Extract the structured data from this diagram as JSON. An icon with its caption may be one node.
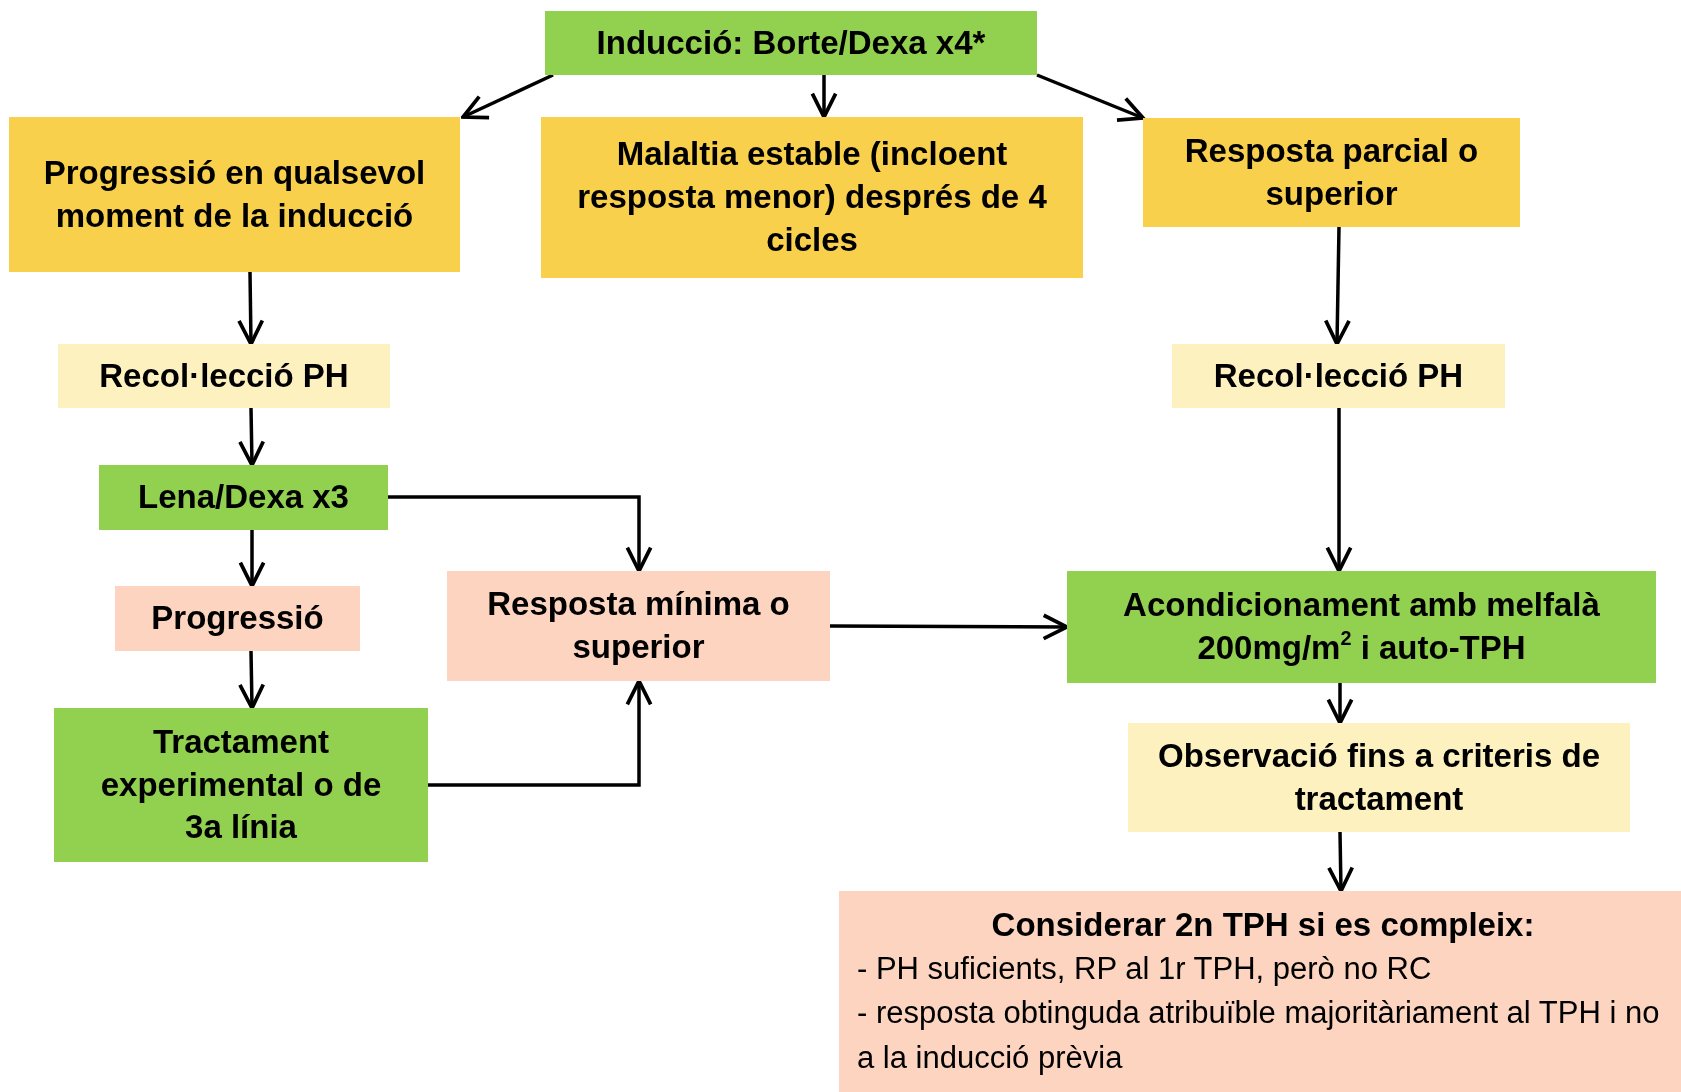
{
  "diagram": {
    "nodes": [
      {
        "text": [
          "Inducció: Borte/Dexa x4*"
        ]
      },
      {
        "text": [
          "Progressió en qualsevol moment de la inducció"
        ]
      },
      {
        "text": [
          "Malaltia estable (incloent resposta menor) després de 4 cicles"
        ]
      },
      {
        "text": [
          "Resposta parcial o superior"
        ]
      },
      {
        "text": [
          "Recol·lecció PH"
        ]
      },
      {
        "text": [
          "Recol·lecció PH"
        ]
      },
      {
        "text": [
          "Lena/Dexa x3"
        ]
      },
      {
        "text": [
          "Progressió"
        ]
      },
      {
        "text": [
          "Resposta mínima o superior"
        ]
      },
      {
        "text": [
          "Acondicionament amb melfalà 200mg/m$^{2}$ i auto-TPH"
        ]
      },
      {
        "text": [
          "Tractament experimental o de 3a línia"
        ]
      },
      {
        "text": [
          "Observació fins a criteris de tractament"
        ]
      },
      {
        "text": [
          "Considerar 2n TPH si es compleix:",
          "- PH suficients, RP al 1r TPH, però no RC",
          "- resposta obtinguda atribuïble majoritàriament al TPH i no a la inducció prèvia"
        ]
      }
    ],
    "edges": [
      {
        "from": 0,
        "to": 1,
        "arrow": "to"
      },
      {
        "from": 0,
        "to": 2,
        "arrow": "to"
      },
      {
        "from": 0,
        "to": 3,
        "arrow": "to"
      },
      {
        "from": 1,
        "to": 4,
        "arrow": "to"
      },
      {
        "from": 3,
        "to": 5,
        "arrow": "to"
      },
      {
        "from": 4,
        "to": 6,
        "arrow": "to"
      },
      {
        "from": 6,
        "to": 7,
        "arrow": "to"
      },
      {
        "from": 7,
        "to": 10,
        "arrow": "to"
      },
      {
        "from": 6,
        "to": 8,
        "arrow": "to"
      },
      {
        "from": 10,
        "to": 8,
        "arrow": "to"
      },
      {
        "from": 8,
        "to": 9,
        "arrow": "to"
      },
      {
        "from": 5,
        "to": 9,
        "arrow": "to"
      },
      {
        "from": 9,
        "to": 11,
        "arrow": "to"
      },
      {
        "from": 11,
        "to": 12,
        "arrow": "to"
      }
    ]
  }
}
